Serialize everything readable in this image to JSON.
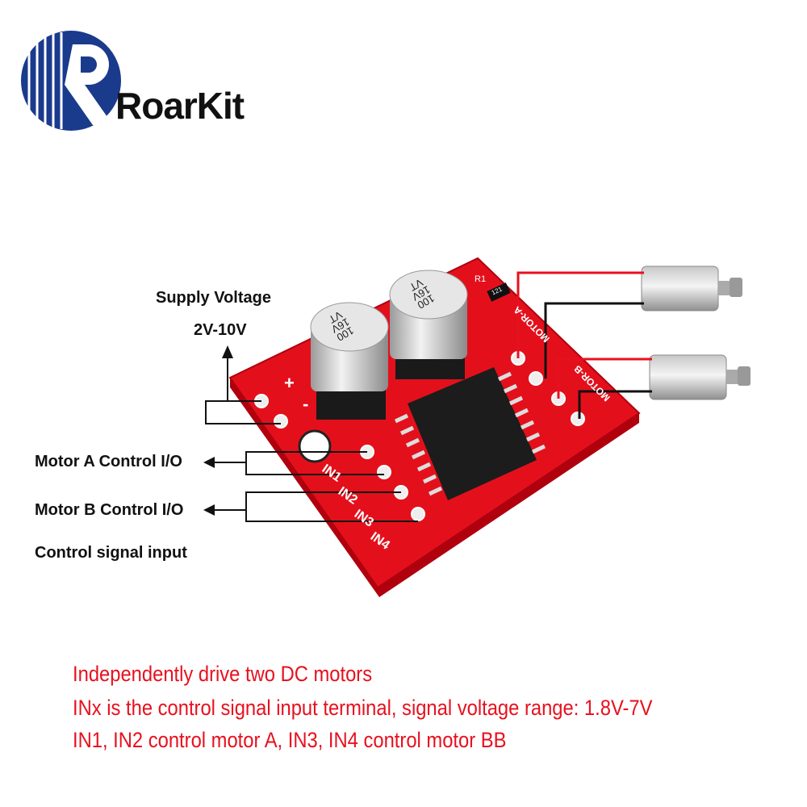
{
  "brand": {
    "logo_text": "RoarKit",
    "logo_color": "#1a3a8c"
  },
  "annotations": {
    "supply_voltage": "Supply Voltage",
    "supply_range": "2V-10V",
    "motor_a_io": "Motor A Control I/O",
    "motor_b_io": "Motor B Control I/O",
    "control_input": "Control signal input"
  },
  "board": {
    "color": "#e3101c",
    "plus": "+",
    "minus": "-",
    "inputs": [
      "IN1",
      "IN2",
      "IN3",
      "IN4"
    ],
    "motor_a": "MOTOR-A",
    "motor_b": "MOTOR-B",
    "resistor": "R1",
    "resistor_code": "121",
    "capacitor_label": [
      "100",
      "16V",
      "VT"
    ]
  },
  "features": [
    "Independently drive two DC motors",
    "INx is the control signal input terminal, signal voltage range: 1.8V-7V",
    "IN1, IN2 control motor A, IN3, IN4 control motor BB"
  ],
  "colors": {
    "feature_text": "#e8101e",
    "wire_red": "#e8101e",
    "wire_black": "#111111"
  }
}
